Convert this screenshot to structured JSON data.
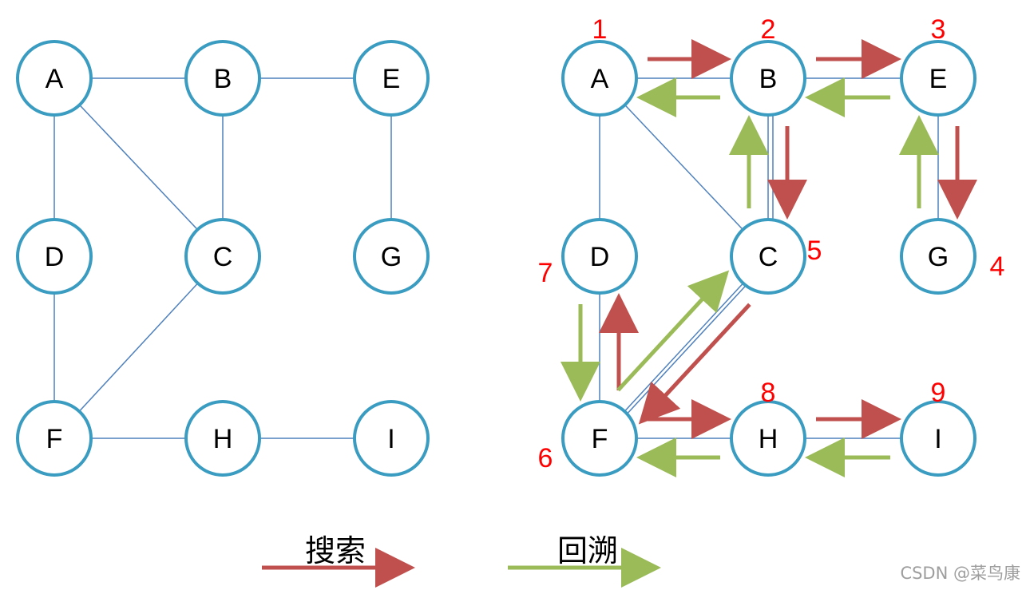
{
  "colors": {
    "search": "#c0504d",
    "backtrack": "#9bbb59",
    "node_stroke": "#3a9cc0",
    "edge": "#4f81bd",
    "order": "#ff0000"
  },
  "graph_left": {
    "nodes": [
      "A",
      "B",
      "E",
      "D",
      "C",
      "G",
      "F",
      "H",
      "I"
    ],
    "edges": [
      [
        "A",
        "B"
      ],
      [
        "B",
        "E"
      ],
      [
        "A",
        "D"
      ],
      [
        "A",
        "C"
      ],
      [
        "B",
        "C"
      ],
      [
        "E",
        "G"
      ],
      [
        "D",
        "F"
      ],
      [
        "C",
        "F"
      ],
      [
        "F",
        "H"
      ],
      [
        "H",
        "I"
      ]
    ]
  },
  "graph_right": {
    "nodes": [
      "A",
      "B",
      "E",
      "D",
      "C",
      "G",
      "F",
      "H",
      "I"
    ],
    "edges": [
      [
        "A",
        "B"
      ],
      [
        "B",
        "E"
      ],
      [
        "A",
        "D"
      ],
      [
        "A",
        "C"
      ],
      [
        "B",
        "C"
      ],
      [
        "E",
        "G"
      ],
      [
        "D",
        "F"
      ],
      [
        "C",
        "F"
      ],
      [
        "F",
        "H"
      ],
      [
        "H",
        "I"
      ]
    ],
    "order_labels": [
      {
        "node": "A",
        "text": "1"
      },
      {
        "node": "B",
        "text": "2"
      },
      {
        "node": "E",
        "text": "3"
      },
      {
        "node": "G",
        "text": "4"
      },
      {
        "node": "C",
        "text": "5"
      },
      {
        "node": "F",
        "text": "6"
      },
      {
        "node": "D",
        "text": "7"
      },
      {
        "node": "H",
        "text": "8"
      },
      {
        "node": "I",
        "text": "9"
      }
    ],
    "search_arrows": [
      [
        "A",
        "B"
      ],
      [
        "B",
        "E"
      ],
      [
        "E",
        "G"
      ],
      [
        "B",
        "C"
      ],
      [
        "C",
        "F"
      ],
      [
        "F",
        "D"
      ],
      [
        "F",
        "H"
      ],
      [
        "H",
        "I"
      ]
    ],
    "backtrack_arrows": [
      [
        "B",
        "A"
      ],
      [
        "E",
        "B"
      ],
      [
        "G",
        "E"
      ],
      [
        "C",
        "B"
      ],
      [
        "D",
        "F"
      ],
      [
        "F",
        "C"
      ],
      [
        "H",
        "F"
      ],
      [
        "I",
        "H"
      ]
    ]
  },
  "legend": {
    "search_label": "搜索",
    "backtrack_label": "回溯"
  },
  "watermark": "CSDN @菜鸟康"
}
